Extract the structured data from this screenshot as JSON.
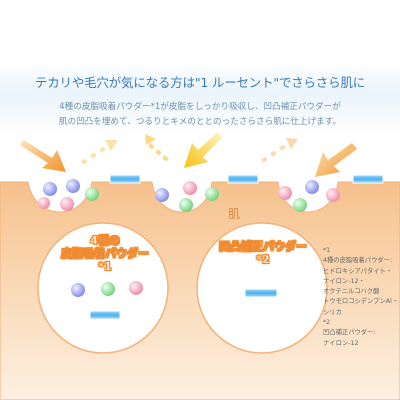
{
  "headline": "テカリや毛穴が気になる方は\"1 ルーセント\"でさらさら肌に",
  "subtext": {
    "line1": "4種の皮脂吸着パウダー*1が皮脂をしっかり吸収し、凹凸補正パウダーが",
    "line2": "肌の凹凸を埋めて、つるりとキメのととのったさらさら肌に仕上げます。"
  },
  "skin_label": "肌",
  "circle1": {
    "line1": "4種の",
    "line2": "皮脂吸着パウダー",
    "line3": "*1"
  },
  "circle2": {
    "line1": "凹凸補正パウダー",
    "line2": "*2"
  },
  "note": {
    "line1": "*1",
    "line2": "4種の皮脂吸着パウダー:",
    "line3": "ヒドロキシアパタイト・",
    "line4": "ナイロン-12・",
    "line5": "オクテニルコハク酸",
    "line6": "トウモロコシデンプンAl・",
    "line7": "シリカ",
    "line8": "*2",
    "line9": "凹凸補正パウダー:",
    "line10": "ナイロン-12"
  },
  "colors": {
    "headline": "#3a79b8",
    "skin": "#f7cc9c",
    "skin_edge": "#eeb37a",
    "arrow_orange": "#f39a2a",
    "arrow_yellow": "#f7c21d",
    "powder_blue": "#5fb6e6",
    "circle_outline": "#f3b27a"
  }
}
